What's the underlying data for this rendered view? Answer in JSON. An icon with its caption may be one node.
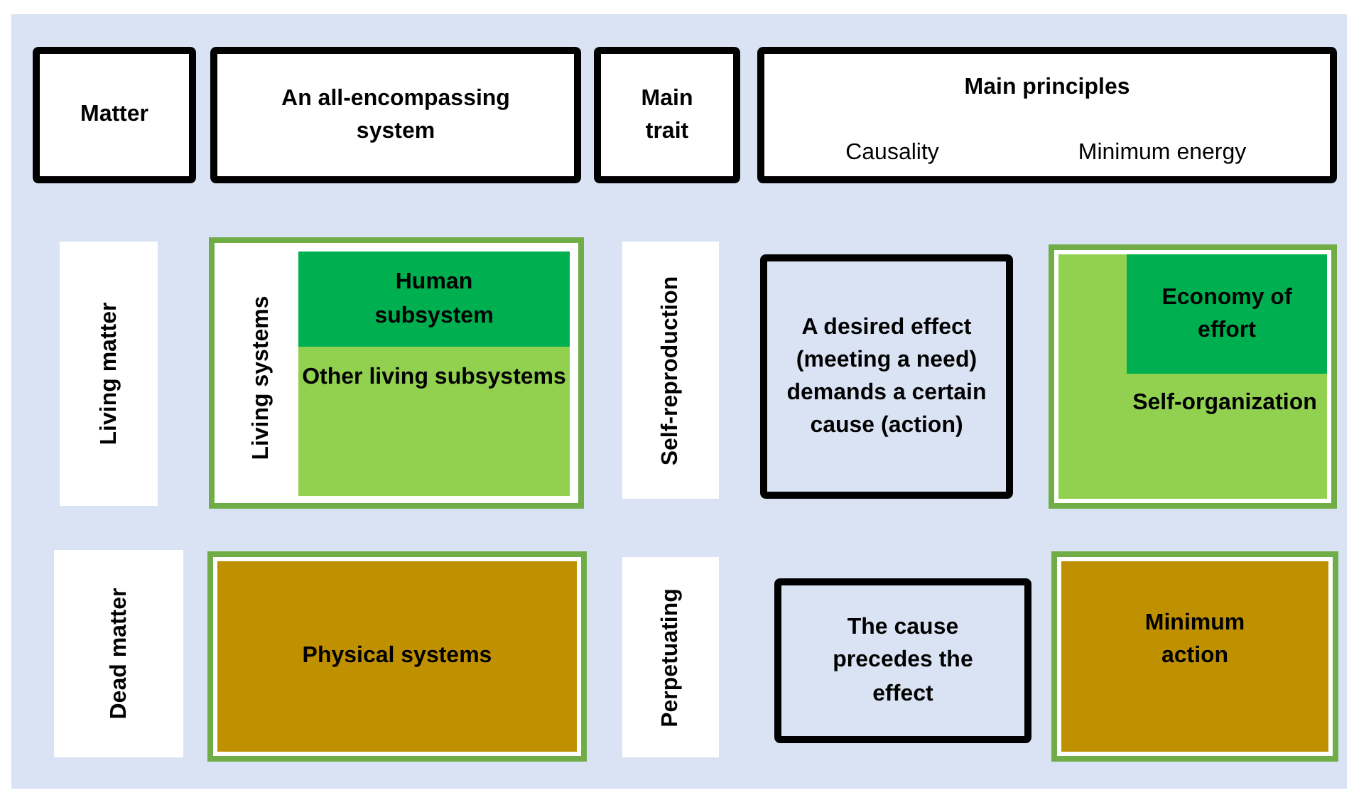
{
  "diagram": {
    "nodes": [
      {
        "text": [
          "Matter"
        ]
      },
      {
        "text": [
          "An all-encompassing system"
        ]
      },
      {
        "text": [
          "Main trait"
        ]
      },
      {
        "text": [
          "Main principles",
          "Causality",
          "Minimum energy"
        ]
      },
      {
        "text": [
          "Living matter"
        ]
      },
      {
        "text": [
          "Living systems"
        ]
      },
      {
        "text": [
          "Human subsystem"
        ],
        "in": 5
      },
      {
        "text": [
          "Other living subsystems"
        ],
        "in": 5
      },
      {
        "text": [
          "Self-reproduction"
        ]
      },
      {
        "text": [
          "A desired effect (meeting a need) demands a certain cause (action)"
        ]
      },
      {
        "text": [
          "Self-organization"
        ]
      },
      {
        "text": [
          "Economy of effort"
        ],
        "in": 10
      },
      {
        "text": [
          "Dead matter"
        ]
      },
      {
        "text": [
          "Physical systems"
        ]
      },
      {
        "text": [
          "Perpetuating"
        ]
      },
      {
        "text": [
          "The cause precedes the effect"
        ]
      },
      {
        "text": [
          "Minimum action"
        ]
      }
    ]
  }
}
